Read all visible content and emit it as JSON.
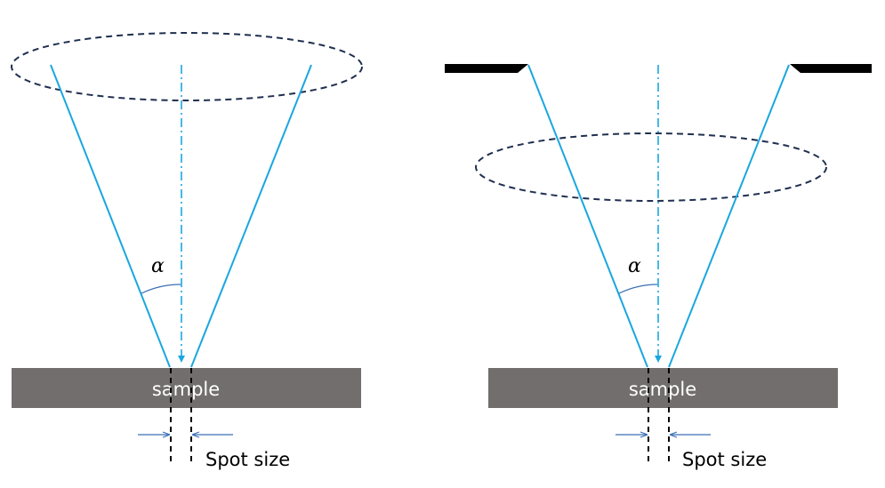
{
  "panels": [
    {
      "sample_label": "sample",
      "angle_label": "α",
      "spot_label": "Spot size"
    },
    {
      "sample_label": "sample",
      "angle_label": "α",
      "spot_label": "Spot size"
    }
  ],
  "colors": {
    "beam": "#1aa6e0",
    "lens_outline": "#1f2f4f",
    "sample": "#726e6d",
    "arrow": "#3b6fb6",
    "aperture": "#000000"
  }
}
